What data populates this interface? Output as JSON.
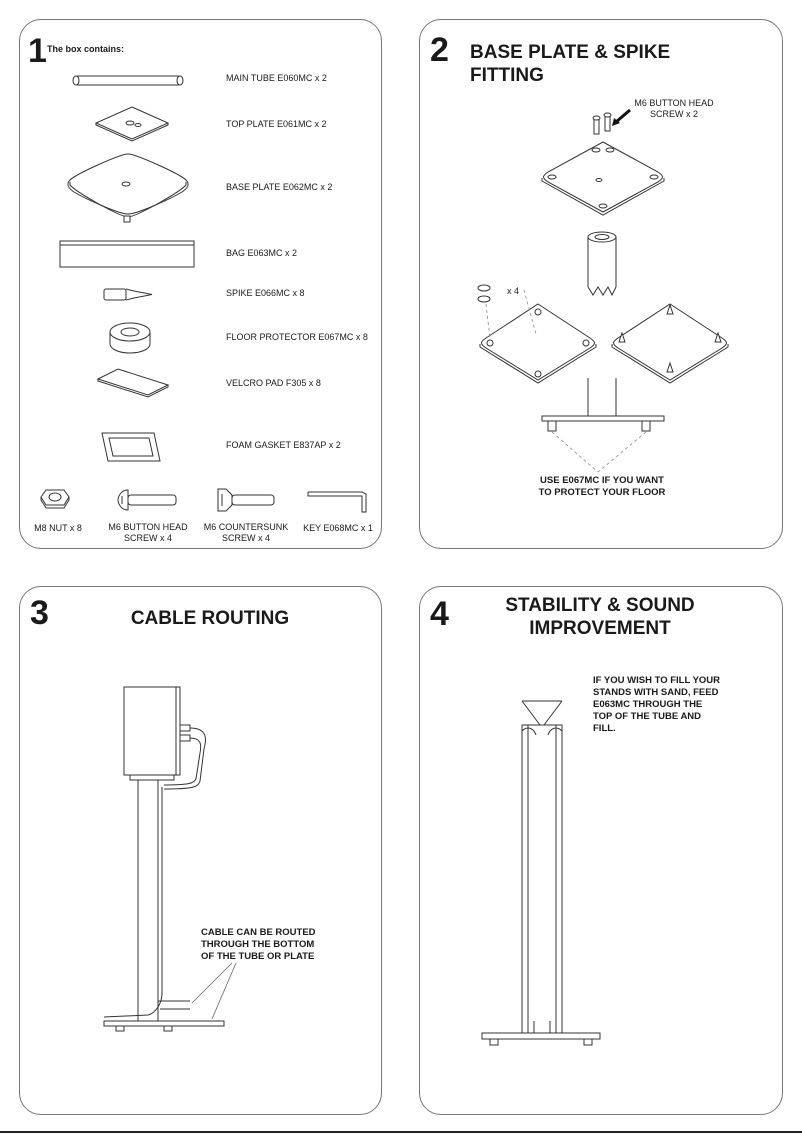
{
  "step1": {
    "number": "1",
    "heading": "The box contains:",
    "items": [
      {
        "label": "MAIN TUBE E060MC x 2"
      },
      {
        "label": "TOP PLATE E061MC x 2"
      },
      {
        "label": "BASE PLATE E062MC x 2"
      },
      {
        "label": "BAG E063MC x 2"
      },
      {
        "label": "SPIKE E066MC x 8"
      },
      {
        "label": "FLOOR PROTECTOR E067MC x 8"
      },
      {
        "label": "VELCRO PAD F305 x 8"
      },
      {
        "label": "FOAM GASKET E837AP x 2"
      }
    ],
    "bottom_items": [
      {
        "label": "M8 NUT x 8"
      },
      {
        "label": "M6 BUTTON HEAD",
        "label2": "SCREW x 4"
      },
      {
        "label": "M6 COUNTERSUNK",
        "label2": "SCREW x 4"
      },
      {
        "label": "KEY E068MC x 1"
      }
    ]
  },
  "step2": {
    "number": "2",
    "title": "BASE PLATE & SPIKE FITTING",
    "screw_label": "M6 BUTTON HEAD",
    "screw_label2": "SCREW x 2",
    "spike_count": "x 4",
    "note_line1": "USE E067MC IF YOU WANT",
    "note_line2": "TO PROTECT YOUR FLOOR"
  },
  "step3": {
    "number": "3",
    "title": "CABLE ROUTING",
    "note_line1": "CABLE CAN BE ROUTED",
    "note_line2": "THROUGH THE BOTTOM",
    "note_line3": "OF THE TUBE OR PLATE"
  },
  "step4": {
    "number": "4",
    "title_line1": "STABILITY & SOUND",
    "title_line2": "IMPROVEMENT",
    "note_line1": "IF YOU WISH TO FILL YOUR",
    "note_line2": "STANDS WITH SAND, FEED",
    "note_line3": "E063MC THROUGH THE",
    "note_line4": "TOP OF THE TUBE AND",
    "note_line5": "FILL."
  }
}
